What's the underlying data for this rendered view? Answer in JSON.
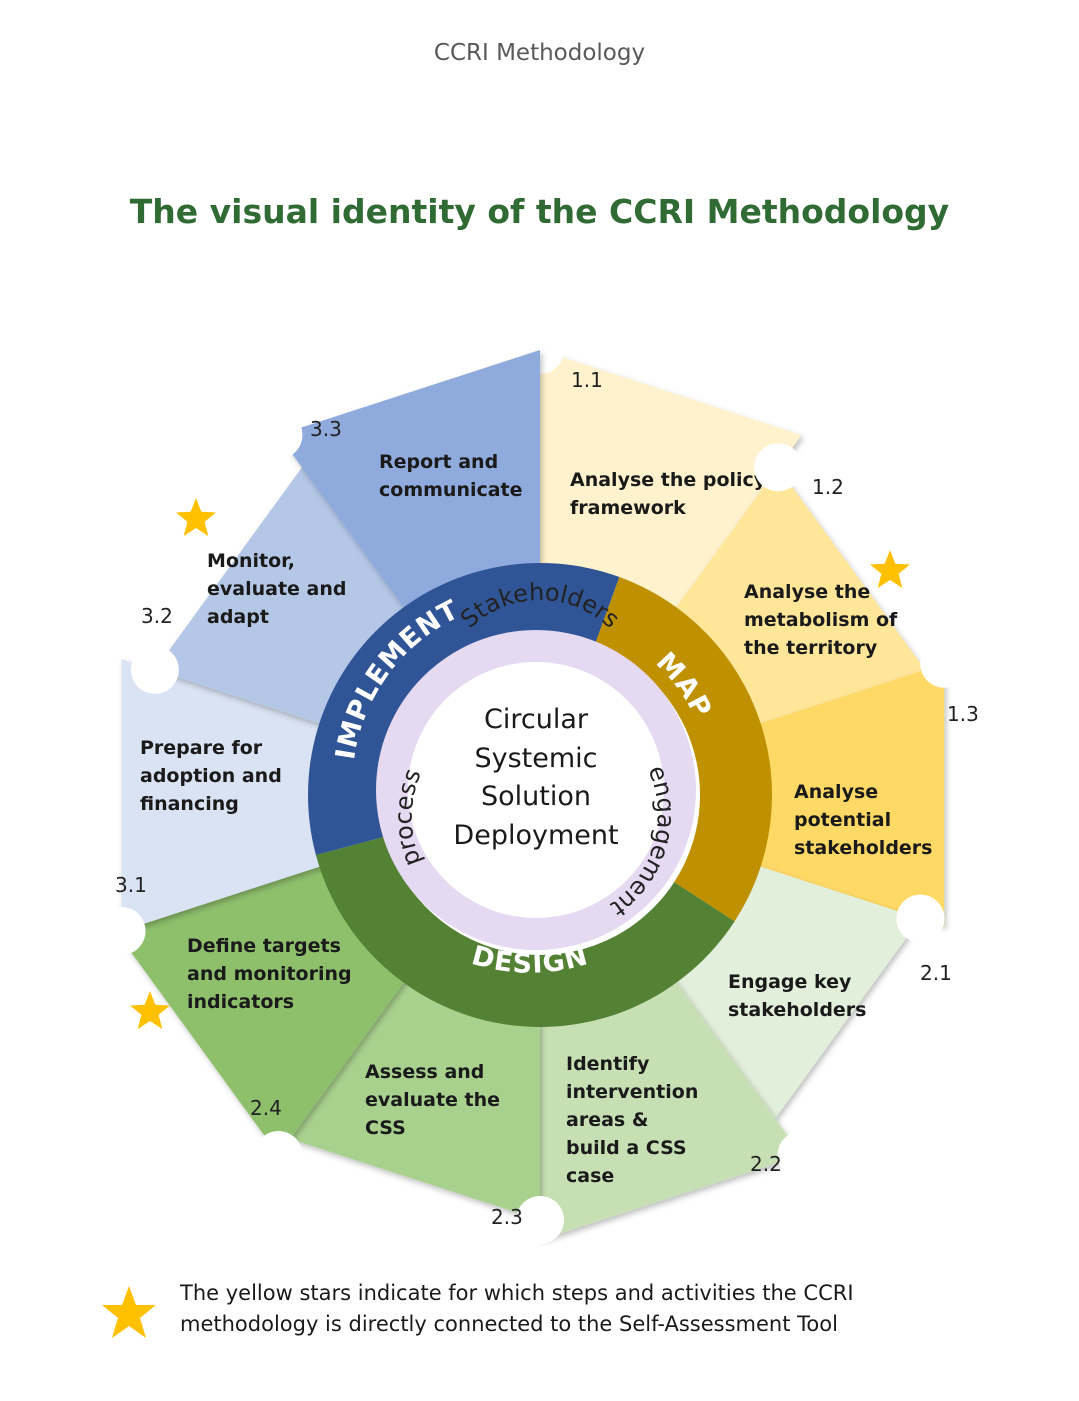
{
  "header": "CCRI Methodology",
  "title": "The visual identity of the CCRI Methodology",
  "center": [
    "Circular",
    "Systemic",
    "Solution",
    "Deployment"
  ],
  "inner_words": [
    "Stakeholders",
    "engagement",
    "process"
  ],
  "phases": [
    {
      "name": "MAP",
      "color": "#bf9000"
    },
    {
      "name": "DESIGN",
      "color": "#548235"
    },
    {
      "name": "IMPLEMENT",
      "color": "#2f5597"
    }
  ],
  "segments": [
    {
      "id": "1.1",
      "lines": [
        "Analyse the policy",
        "framework"
      ],
      "color": "#fff2cc",
      "star": false
    },
    {
      "id": "1.2",
      "lines": [
        "Analyse the",
        "metabolism of",
        "the territory"
      ],
      "color": "#ffe699",
      "star": true
    },
    {
      "id": "1.3",
      "lines": [
        "Analyse",
        "potential",
        "stakeholders"
      ],
      "color": "#ffd966",
      "star": false
    },
    {
      "id": "2.1",
      "lines": [
        "Engage key",
        "stakeholders"
      ],
      "color": "#e2efda",
      "star": false
    },
    {
      "id": "2.2",
      "lines": [
        "Identify",
        "intervention",
        "areas &",
        "build a CSS",
        "case"
      ],
      "color": "#c6e0b4",
      "star": false
    },
    {
      "id": "2.3",
      "lines": [
        "Assess and",
        "evaluate the",
        "CSS"
      ],
      "color": "#a9d18e",
      "star": false
    },
    {
      "id": "2.4",
      "lines": [
        "Define targets",
        "and monitoring",
        "indicators"
      ],
      "color": "#8ec06c",
      "star": true
    },
    {
      "id": "3.1",
      "lines": [
        "Prepare for",
        "adoption and",
        "financing"
      ],
      "color": "#dae3f3",
      "star": false
    },
    {
      "id": "3.2",
      "lines": [
        "Monitor,",
        "evaluate and",
        "adapt"
      ],
      "color": "#b4c7e7",
      "star": true
    },
    {
      "id": "3.3",
      "lines": [
        "Report and",
        "communicate"
      ],
      "color": "#8faadc",
      "star": false
    }
  ],
  "legend": {
    "lines": [
      "The yellow stars indicate for which steps and activities the CCRI",
      "methodology is directly connected to the Self-Assessment Tool"
    ],
    "star_color": "#ffc000"
  }
}
